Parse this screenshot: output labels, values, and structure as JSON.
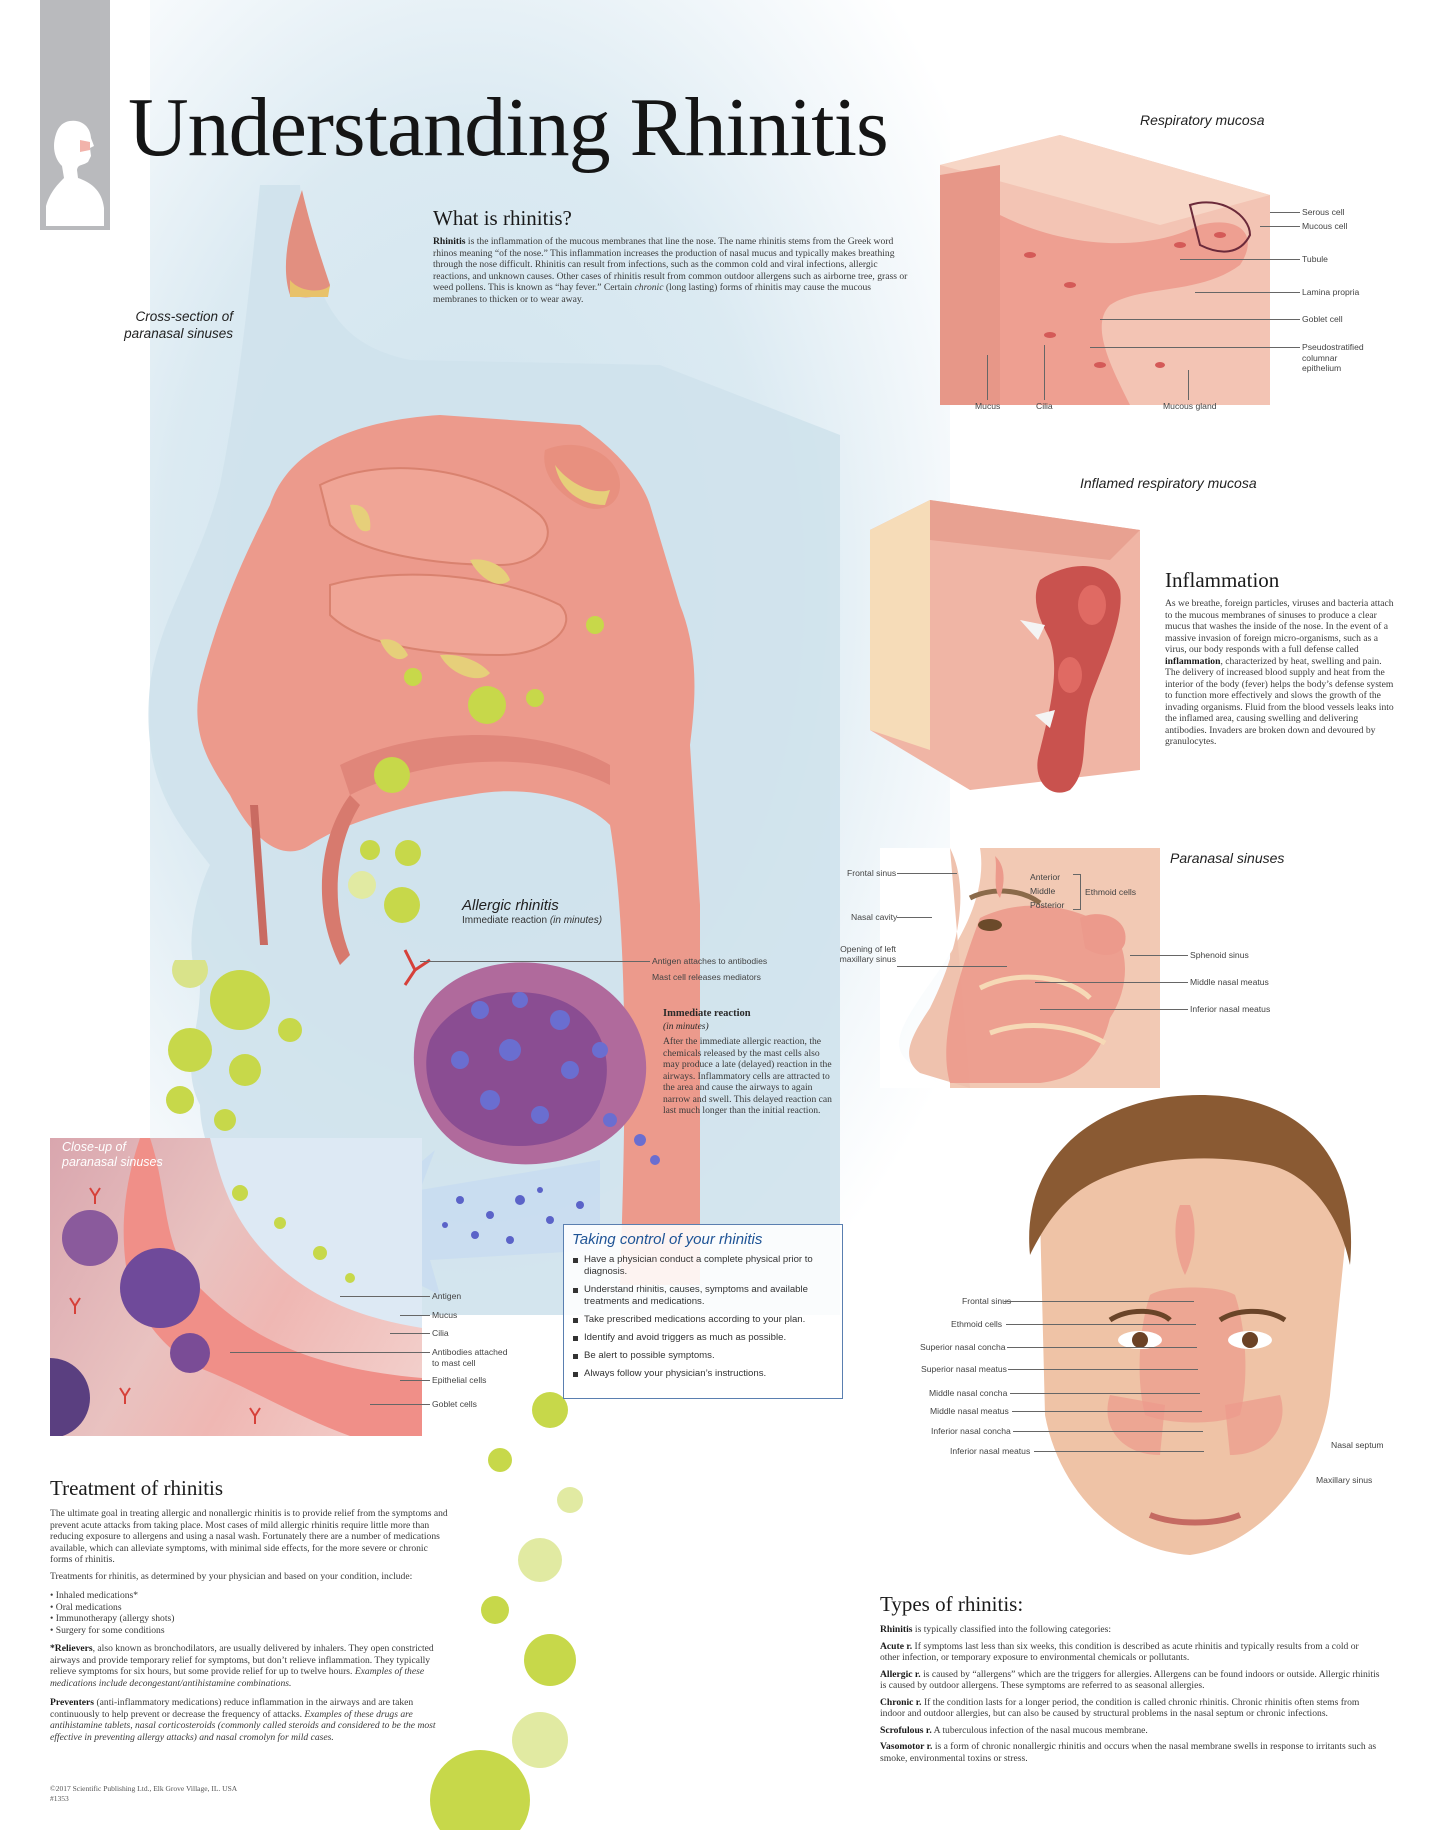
{
  "title": "Understanding Rhinitis",
  "what_is": {
    "heading": "What is rhinitis?",
    "lead_bold": "Rhinitis",
    "body_1": " is the inflammation of the mucous membranes that line the nose. The name rhinitis stems from the Greek word rhinos meaning “of the nose.” This inflammation increases the production of nasal mucus and typically makes breathing through the nose difficult. Rhinitis can result from infections, such as the common cold and viral infections, allergic reactions, and unknown causes. Other cases of rhinitis result from common outdoor allergens such as airborne tree, grass or weed pollens. This is known as “hay fever.” Certain ",
    "italic_word": "chronic",
    "body_2": " (long lasting) forms of rhinitis may cause the mucous membranes to thicken or to wear away."
  },
  "cross_section": {
    "caption_line1": "Cross-section of",
    "caption_line2": "paranasal sinuses"
  },
  "respiratory_mucosa": {
    "caption": "Respiratory mucosa",
    "labels_right": [
      "Serous cell",
      "Mucous cell",
      "Tubule",
      "Lamina propria",
      "Goblet cell",
      "Pseudostratified columnar epithelium"
    ],
    "labels_bottom": [
      "Mucus",
      "Cilia",
      "Mucous gland"
    ]
  },
  "inflamed_mucosa": {
    "caption": "Inflamed respiratory mucosa"
  },
  "inflammation": {
    "heading": "Inflammation",
    "body_1": "As we breathe, foreign particles, viruses and bacteria attach to the mucous membranes of sinuses to produce a clear mucus that washes the inside of the nose. In the event of a massive invasion of foreign micro-organisms, such as a virus, our body responds with a full defense called ",
    "bold_word": "inflammation",
    "body_2": ", characterized by heat, swelling and pain. The delivery of increased blood supply and heat from the interior of the body (fever) helps the body’s defense system to function more effectively and slows the growth of the invading organisms. Fluid from the blood vessels leaks into the inflamed area, causing swelling and delivering antibodies. Invaders are broken down and devoured by granulocytes."
  },
  "paranasal_side": {
    "caption": "Paranasal sinuses",
    "labels_left": [
      "Frontal sinus",
      "Nasal cavity",
      "Opening of left maxillary sinus"
    ],
    "ethmoid_parts": [
      "Anterior",
      "Middle",
      "Posterior"
    ],
    "ethmoid_label": "Ethmoid cells",
    "labels_right": [
      "Sphenoid sinus",
      "Middle nasal meatus",
      "Inferior nasal meatus"
    ]
  },
  "allergic": {
    "title": "Allergic rhinitis",
    "subtitle_plain": "Immediate reaction ",
    "subtitle_italic": "(in minutes)",
    "labels": [
      "Antigen attaches to antibodies",
      "Mast cell releases mediators"
    ],
    "immediate_heading": "Immediate reaction",
    "immediate_sub": "(in minutes)",
    "immediate_body": "After the immediate allergic reaction, the chemicals released by the mast cells also may produce a late (delayed) reaction in the airways. Inflammatory cells are attracted to the area and cause the airways to again narrow and swell. This delayed reaction can last much longer than the initial reaction."
  },
  "closeup": {
    "caption_line1": "Close-up of",
    "caption_line2": "paranasal sinuses",
    "labels": [
      "Antigen",
      "Mucus",
      "Cilia",
      "Antibodies attached to mast cell",
      "Epithelial cells",
      "Goblet cells"
    ]
  },
  "taking_control": {
    "title": "Taking control of your rhinitis",
    "items": [
      "Have a physician conduct a complete physical prior to diagnosis.",
      "Understand rhinitis, causes, symptoms and available treatments and medications.",
      "Take prescribed medications according to your plan.",
      "Identify and avoid triggers as much as possible.",
      "Be alert to possible symptoms.",
      "Always follow your physician’s instructions."
    ]
  },
  "frontal_face": {
    "labels_left": [
      "Frontal sinus",
      "Ethmoid cells",
      "Superior nasal concha",
      "Superior nasal meatus",
      "Middle nasal concha",
      "Middle nasal meatus",
      "Inferior nasal concha",
      "Inferior nasal meatus"
    ],
    "labels_right": [
      "Nasal septum",
      "Maxillary sinus"
    ]
  },
  "treatment": {
    "heading": "Treatment of rhinitis",
    "intro": "The ultimate goal in treating allergic and nonallergic rhinitis is to provide relief from the symptoms and prevent acute attacks from taking place. Most cases of mild allergic rhinitis require little more than reducing exposure to allergens and using a nasal wash. Fortunately there are a number of medications available, which can alleviate symptoms, with minimal side effects, for the more severe or chronic forms of rhinitis.",
    "list_intro": "Treatments for rhinitis, as determined by your physician and based on your condition, include:",
    "list": [
      "Inhaled medications*",
      "Oral medications",
      "Immunotherapy (allergy shots)",
      "Surgery for some conditions"
    ],
    "relievers_bold": "*Relievers",
    "relievers_text": ", also known as bronchodilators, are usually delivered by inhalers. They open constricted airways and provide temporary relief for symptoms, but don’t relieve inflammation. They typically relieve symptoms for six hours, but some provide relief for up to twelve hours. ",
    "relievers_italic": "Examples of these medications include decongestant/antihistamine combinations.",
    "preventers_bold": "Preventers",
    "preventers_text": " (anti-inflammatory medications) reduce inflammation in the airways and are taken continuously to help prevent or decrease the frequency of attacks. ",
    "preventers_italic": "Examples of these drugs are antihistamine tablets, nasal corticosteroids (commonly called steroids and considered to be the most effective in preventing allergy attacks) and nasal cromolyn for mild cases."
  },
  "types": {
    "heading": "Types of rhinitis:",
    "intro_bold": "Rhinitis",
    "intro_text": " is typically classified into the following categories:",
    "entries": [
      {
        "term": "Acute r.",
        "text": " If symptoms last less than six weeks, this condition is described as acute rhinitis and typically results from a cold or other infection, or temporary exposure to environmental chemicals or pollutants."
      },
      {
        "term": "Allergic r.",
        "text": " is caused by “allergens” which are the triggers for allergies. Allergens can be found indoors or outside. Allergic rhinitis is caused by outdoor allergens. These symptoms are referred to as seasonal allergies."
      },
      {
        "term": "Chronic r.",
        "text": " If the condition lasts for a longer period, the condition is called chronic rhinitis. Chronic rhinitis often stems from indoor and outdoor allergies, but can also be caused by structural problems in the nasal septum or chronic infections."
      },
      {
        "term": "Scrofulous r.",
        "text": " A tuberculous infection of the nasal mucous membrane."
      },
      {
        "term": "Vasomotor r.",
        "text": " is a form of chronic nonallergic rhinitis and occurs when the nasal membrane swells in response to irritants such as smoke, environmental toxins or stress."
      }
    ]
  },
  "footer": {
    "copyright": "©2017 Scientific Publishing Ltd., Elk Grove Village, IL. USA",
    "catalog": "#1353"
  },
  "colors": {
    "title_text": "#151515",
    "grey_bar": "#b9babd",
    "tissue_pink": "#ec9a8c",
    "mucus_yellow": "#e6cf7a",
    "background_blue": "#d4e6f0",
    "pollen_green": "#c7d84a",
    "mast_cell_purple": "#7b4a8c",
    "control_box_blue": "#1f5496"
  }
}
